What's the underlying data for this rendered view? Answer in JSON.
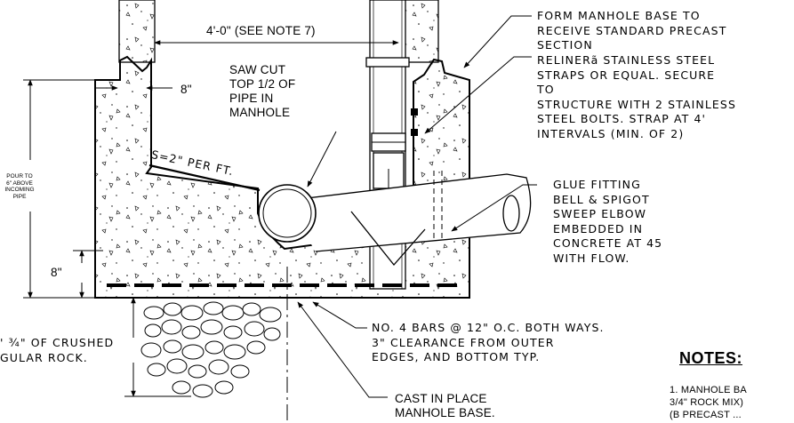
{
  "dimensions": {
    "wall_width": "4'-0\" (SEE NOTE 7)",
    "wall_thickness": "8\"",
    "base_thickness": "8\"",
    "pour_height": [
      "POUR TO",
      "6\" ABOVE",
      "INCOMING",
      "PIPE"
    ],
    "slope": "S=2\" PER FT."
  },
  "labels": {
    "saw_cut": [
      "SAW CUT",
      "TOP 1/2 OF",
      "PIPE IN",
      "MANHOLE"
    ],
    "form_base": [
      "FORM MANHOLE BASE TO",
      "RECEIVE STANDARD PRECAST",
      "SECTION"
    ],
    "straps": [
      "RELINERã STAINLESS STEEL",
      "STRAPS OR EQUAL. SECURE",
      "TO",
      "STRUCTURE WITH 2 STAINLESS",
      "STEEL BOLTS. STRAP AT 4'",
      "INTERVALS (MIN. OF 2)"
    ],
    "fitting": [
      "GLUE FITTING",
      "BELL & SPIGOT",
      "SWEEP ELBOW",
      "EMBEDDED IN",
      "CONCRETE AT 45",
      "WITH FLOW."
    ],
    "bars": [
      "NO. 4 BARS @ 12\" O.C. BOTH WAYS.",
      "3\" CLEARANCE FROM OUTER",
      "EDGES, AND BOTTOM TYP."
    ],
    "rock": [
      "' ¾\" OF CRUSHED",
      "GULAR ROCK."
    ],
    "cast": [
      "CAST IN PLACE",
      "MANHOLE BASE."
    ]
  },
  "notes": {
    "heading": "NOTES:",
    "items": [
      "1. MANHOLE BA",
      "3/4\" ROCK MIX)",
      "(B PRECAST ..."
    ]
  }
}
